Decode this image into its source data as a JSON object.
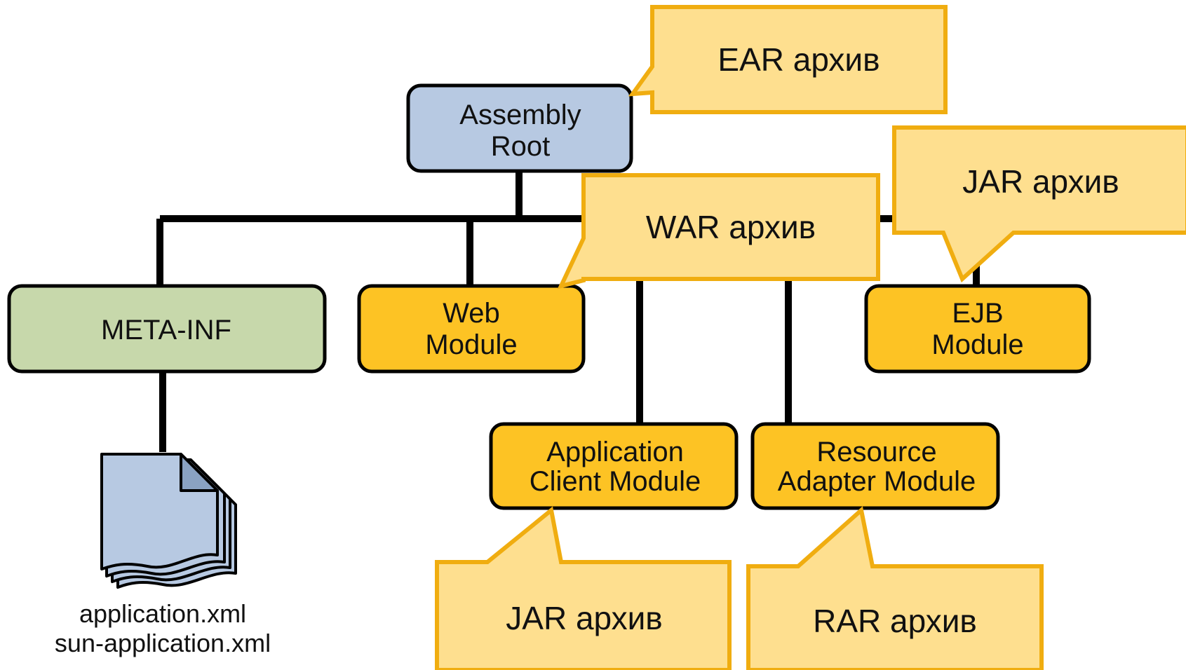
{
  "nodes": {
    "assembly_root": {
      "line1": "Assembly",
      "line2": "Root",
      "fill": "#b7c9e2"
    },
    "meta_inf": {
      "label": "META-INF",
      "fill": "#c7d8ab"
    },
    "web_module": {
      "line1": "Web",
      "line2": "Module",
      "fill": "#fdc324"
    },
    "ejb_module": {
      "line1": "EJB",
      "line2": "Module",
      "fill": "#fdc324"
    },
    "app_client_module": {
      "line1": "Application",
      "line2": "Client Module",
      "fill": "#fdc324"
    },
    "resource_adapter_module": {
      "line1": "Resource",
      "line2": "Adapter Module",
      "fill": "#fdc324"
    }
  },
  "files": {
    "line1": "application.xml",
    "line2": "sun-application.xml",
    "icon": "document-stack-icon"
  },
  "callouts": {
    "ear": "EAR архив",
    "war": "WAR архив",
    "ejb_jar": "JAR архив",
    "client_jar": "JAR архив",
    "rar": "RAR архив"
  },
  "colors": {
    "callout_fill": "#fedf8f",
    "callout_stroke": "#f0ad10",
    "line": "#000000",
    "module_fill": "#fdc324",
    "root_fill": "#b7c9e2",
    "meta_fill": "#c7d8ab"
  }
}
